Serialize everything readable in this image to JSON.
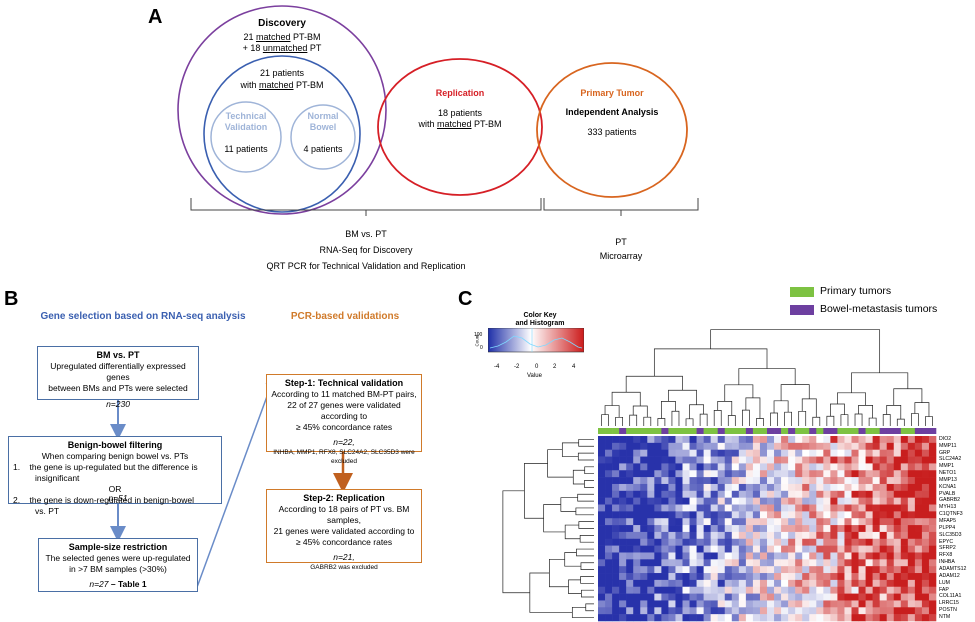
{
  "panelA": {
    "letter": "A",
    "discovery": {
      "title": "Discovery",
      "line1_pre": "21 ",
      "line1_u": "matched",
      "line1_post": " PT-BM",
      "line2_pre": "+ 18 ",
      "line2_u": "unmatched",
      "line2_post": " PT"
    },
    "inner": {
      "line1": "21 patients",
      "line2_pre": "with ",
      "line2_u": "matched",
      "line2_post": " PT-BM"
    },
    "tech": {
      "title1": "Technical",
      "title2": "Validation",
      "count": "11 patients"
    },
    "normal": {
      "title1": "Normal",
      "title2": "Bowel",
      "count": "4 patients"
    },
    "replication": {
      "title": "Replication",
      "line1": "18 patients",
      "line2_pre": "with ",
      "line2_u": "matched",
      "line2_post": " PT-BM"
    },
    "primary": {
      "title": "Primary Tumor",
      "subtitle": "Independent Analysis",
      "count": "333 patients"
    },
    "left_brace_text": [
      "BM vs. PT",
      "RNA-Seq for Discovery",
      "QRT PCR for Technical Validation and Replication"
    ],
    "right_brace_text": [
      "PT",
      "Microarray"
    ],
    "colors": {
      "discovery": "#7b3f9e",
      "inner": "#3a5fb0",
      "light": "#9fb4d8",
      "replication": "#d61f26",
      "primary": "#d8651f"
    }
  },
  "panelB": {
    "letter": "B",
    "left_heading": "Gene selection based on RNA-seq analysis",
    "right_heading": "PCR-based validations",
    "box1": {
      "title": "BM vs. PT",
      "lines": [
        "Upregulated differentially expressed genes",
        "between BMs and PTs were selected"
      ],
      "n": "n=230"
    },
    "box2": {
      "title": "Benign-bowel filtering",
      "intro": "When comparing benign bowel vs. PTs",
      "item1_num": "1.",
      "item1a": "the gene is up-regulated but the difference is",
      "item1b": "insignificant",
      "or": "OR",
      "item2_num": "2.",
      "item2a": "the gene is down-regulated in benign-bowel",
      "item2b": "vs. PT",
      "n": "n=51"
    },
    "box3": {
      "title": "Sample-size restriction",
      "lines": [
        "The selected genes were up-regulated",
        "in >7 BM samples (>30%)"
      ],
      "n": "n=27",
      "n_suffix": " – Table 1"
    },
    "box4": {
      "title": "Step-1: Technical validation",
      "lines": [
        "According to 11 matched BM-PT pairs,",
        "22 of 27 genes were validated according to",
        "≥ 45% concordance rates"
      ],
      "n": "n=22,",
      "note": "INHBA, MMP1, RFX8, SLC24A2, SLC35D3 were excluded"
    },
    "box5": {
      "title": "Step-2: Replication",
      "lines": [
        "According to 18 pairs of PT vs. BM samples,",
        "21 genes were validated according to",
        "≥ 45% concordance rates"
      ],
      "n": "n=21,",
      "note": "GABRB2 was excluded"
    },
    "colors": {
      "heading_left": "#3a5fb0",
      "heading_right": "#d07a2a",
      "arrow": "#6a8cc8",
      "arrow_orange": "#c0601f"
    }
  },
  "panelC": {
    "letter": "C",
    "legend": [
      {
        "label": "Primary tumors",
        "color": "#7dc242"
      },
      {
        "label": "Bowel-metastasis tumors",
        "color": "#6d3fa0"
      }
    ],
    "colorkey": {
      "title1": "Color Key",
      "title2": "and Histogram",
      "ylabel": "Count",
      "yticks": [
        "100",
        "0"
      ],
      "xticks": [
        "-4",
        "-2",
        "0",
        "2",
        "4"
      ],
      "xlabel": "Value"
    },
    "genes": [
      "DIO2",
      "MMP11",
      "GRP",
      "SLC24A2",
      "MMP1",
      "NETO1",
      "MMP13",
      "KCNA1",
      "PVALB",
      "GABRB2",
      "MYH13",
      "C1QTNF3",
      "MFAP5",
      "PLPP4",
      "SLC35D3",
      "EPYC",
      "SFRP2",
      "RFX8",
      "INHBA",
      "ADAMTS12",
      "ADAM12",
      "LUM",
      "FAP",
      "COL11A1",
      "LRRC15",
      "POSTN",
      "NTM"
    ]
  }
}
